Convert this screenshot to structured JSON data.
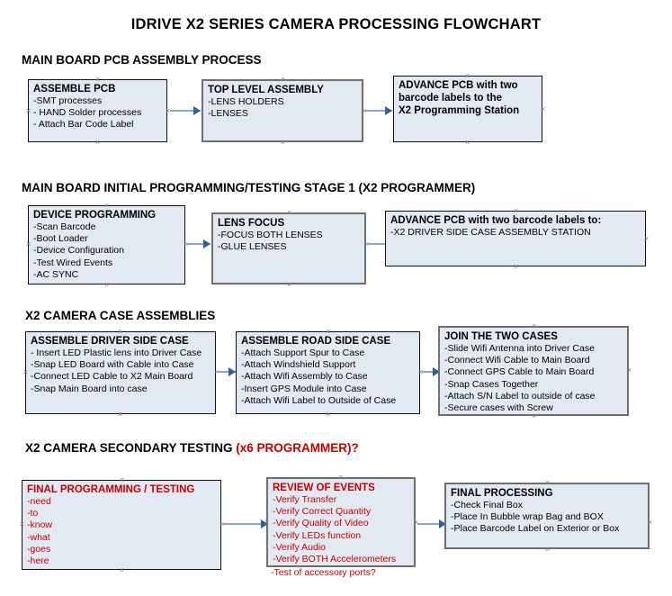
{
  "title": "IDRIVE X2  SERIES CAMERA PROCESSING FLOWCHART",
  "colors": {
    "box_fill": "#e3e9f3",
    "box_border": "#111111",
    "box_border_thick": "#6f6f6f",
    "arrow_shaft": "#8ea9c4",
    "arrow_head": "#2f5f9e",
    "red_text": "#c00000",
    "background": "#ffffff"
  },
  "sections": [
    {
      "heading": "MAIN BOARD PCB ASSEMBLY PROCESS",
      "heading_red": "",
      "boxes": [
        {
          "title": "ASSEMBLE PCB",
          "lines": [
            "-SMT processes",
            "- HAND Solder processes",
            "- Attach Bar Code Label"
          ]
        },
        {
          "title": "TOP LEVEL ASSEMBLY",
          "lines": [
            "-LENS HOLDERS",
            "-LENSES"
          ]
        },
        {
          "title": "ADVANCE PCB with two",
          "lines": [
            "barcode labels to the",
            " X2 Programming Station"
          ]
        }
      ]
    },
    {
      "heading": "MAIN BOARD INITIAL PROGRAMMING/TESTING STAGE 1 (X2 PROGRAMMER)",
      "heading_red": "",
      "boxes": [
        {
          "title": "DEVICE PROGRAMMING",
          "lines": [
            "-Scan Barcode",
            "-Boot Loader",
            "-Device Configuration",
            "-Test Wired Events",
            "-AC SYNC"
          ]
        },
        {
          "title": "LENS FOCUS",
          "lines": [
            "-FOCUS BOTH LENSES",
            "-GLUE LENSES"
          ]
        },
        {
          "title": "ADVANCE PCB with two barcode labels to:",
          "lines": [
            "-X2 DRIVER  SIDE  CASE  ASSEMBLY STATION"
          ]
        }
      ]
    },
    {
      "heading": "X2 CAMERA CASE ASSEMBLIES",
      "heading_red": "",
      "boxes": [
        {
          "title": "ASSEMBLE DRIVER SIDE CASE",
          "lines": [
            "- Insert LED Plastic lens into Driver Case",
            "-Snap LED Board with Cable into Case",
            "-Connect LED Cable to X2 Main Board",
            "-Snap Main Board into case"
          ]
        },
        {
          "title": "ASSEMBLE ROAD SIDE CASE",
          "lines": [
            "-Attach Support Spur to Case",
            "-Attach Windshield Support",
            "-Attach Wifi Assembly to Case",
            "-Insert GPS Module into Case",
            "-Attach Wifi Label to Outside of Case"
          ]
        },
        {
          "title": "JOIN THE TWO CASES",
          "lines": [
            "-Slide Wifi Antenna into Driver Case",
            "-Connect Wifi Cable to Main Board",
            "-Connect GPS Cable to Main Board",
            "-Snap Cases Together",
            "-Attach S/N Label to outside of case",
            "-Secure cases with Screw"
          ]
        }
      ]
    },
    {
      "heading": "X2 CAMERA SECONDARY TESTING ",
      "heading_red": "(x6 PROGRAMMER)?",
      "boxes": [
        {
          "title": "FINAL PROGRAMMING / TESTING",
          "lines": [
            "-need",
            "-to",
            "-know",
            "-what",
            "-goes",
            "-here"
          ]
        },
        {
          "title": "REVIEW OF EVENTS",
          "lines": [
            "-Verify Transfer",
            "-Verify Correct Quantity",
            "-Verify Quality of Video",
            "-Verify LEDs function",
            "-Verify Audio",
            "-Verify BOTH Accelerometers"
          ],
          "overflow_line": "-Test of accessory ports?"
        },
        {
          "title": "FINAL PROCESSING",
          "lines": [
            " -Check Final Box",
            "-Place In Bubble wrap Bag and BOX",
            "-Place Barcode Label on Exterior or Box"
          ]
        }
      ]
    }
  ]
}
